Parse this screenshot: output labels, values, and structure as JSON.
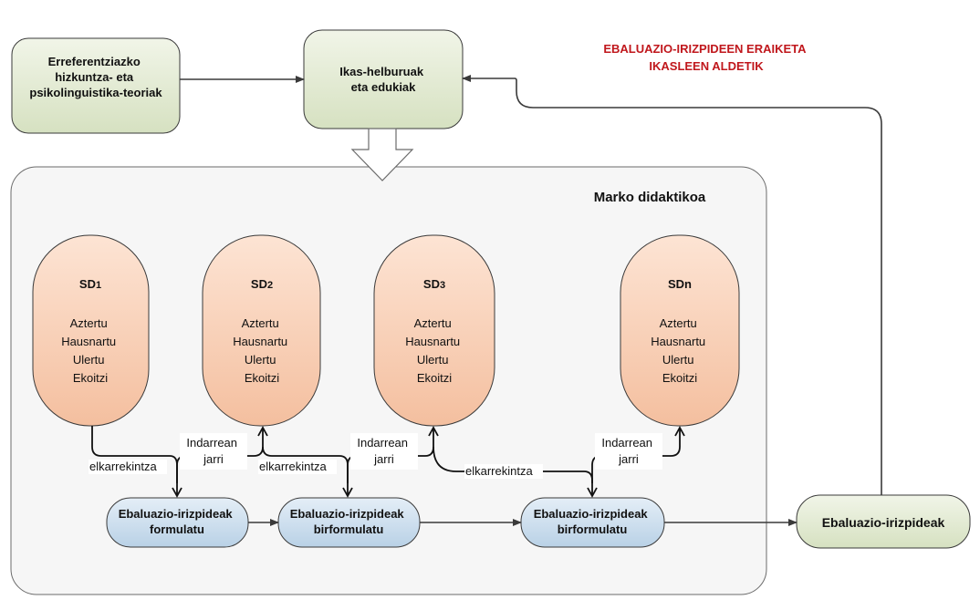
{
  "title": {
    "line1": "EBALUAZIO-IRIZPIDEEN ERAIKETA",
    "line2": "IKASLEEN ALDETIK"
  },
  "boxes": {
    "theories": [
      "Erreferentziazko",
      "hizkuntza-  eta",
      "psikolinguistika-teoriak"
    ],
    "objectives": [
      "Ikas-helburuak",
      "eta edukiak"
    ],
    "framework": "Marko didaktikoa",
    "criteria": "Ebaluazio-irizpideak"
  },
  "sequences": [
    {
      "name": "SD",
      "sub": "1",
      "steps": [
        "Aztertu",
        "Hausnartu",
        "Ulertu",
        "Ekoitzi"
      ]
    },
    {
      "name": "SD",
      "sub": "2",
      "steps": [
        "Aztertu",
        "Hausnartu",
        "Ulertu",
        "Ekoitzi"
      ]
    },
    {
      "name": "SD",
      "sub": "3",
      "steps": [
        "Aztertu",
        "Hausnartu",
        "Ulertu",
        "Ekoitzi"
      ]
    },
    {
      "name": "SDn",
      "sub": "",
      "steps": [
        "Aztertu",
        "Hausnartu",
        "Ulertu",
        "Ekoitzi"
      ]
    }
  ],
  "criteria_steps": [
    [
      "Ebaluazio-irizpideak",
      "formulatu"
    ],
    [
      "Ebaluazio-irizpideak",
      "birformulatu"
    ],
    [
      "Ebaluazio-irizpideak",
      "birformulatu"
    ]
  ],
  "edge_labels": {
    "interaction": "elkarrekintza",
    "apply": [
      "Indarrean",
      "jarri"
    ]
  },
  "colors": {
    "green_fill": "#e2ead2",
    "peach_fill": "#f8cfb6",
    "blue_fill": "#cfe0ee",
    "frame_fill": "#f6f6f6",
    "title_red": "#c0171c",
    "stroke": "#3a3a3a"
  }
}
